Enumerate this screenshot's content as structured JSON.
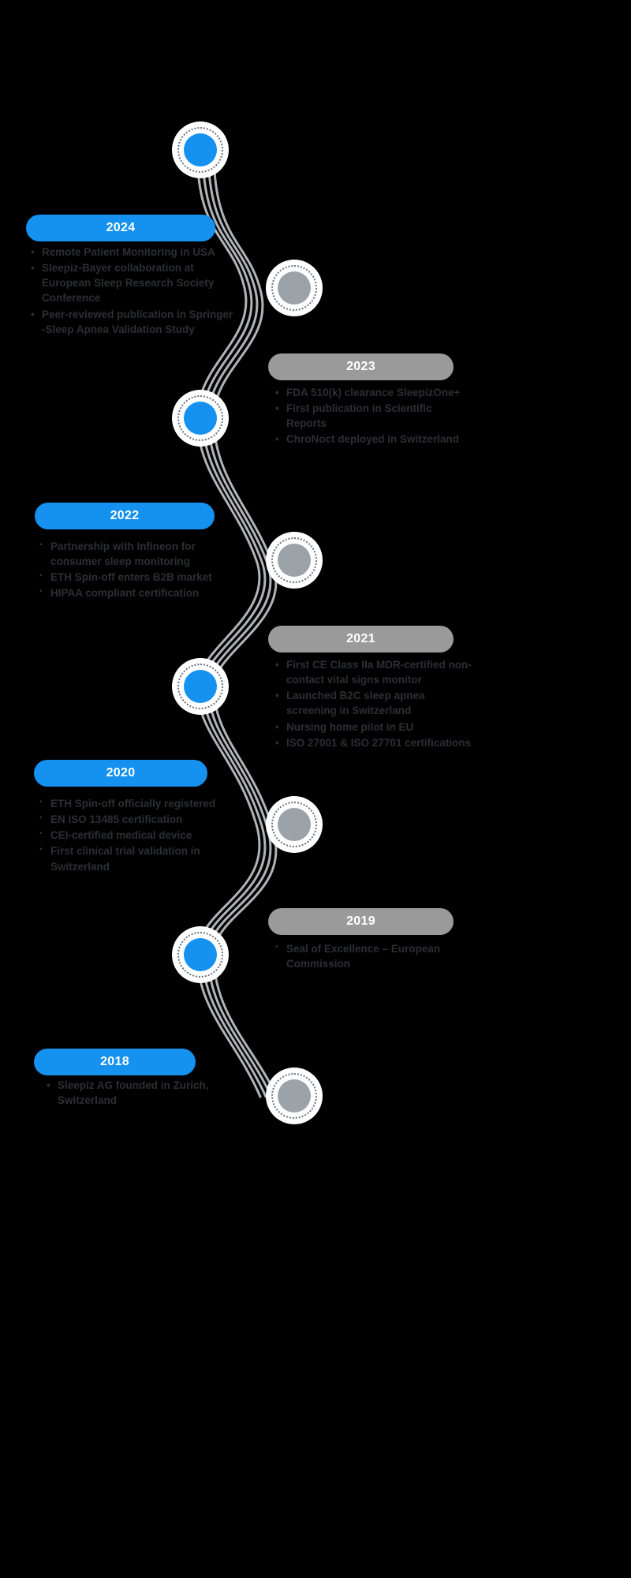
{
  "theme": {
    "background": "#000000",
    "accent_blue": "#1592ef",
    "node_gray": "#9ca3a8",
    "pill_gray": "#9a9a9a",
    "text_color": "#2b2f33",
    "path_color": "#b0b4b8"
  },
  "timeline": {
    "entries": [
      {
        "year": "2024",
        "side": "left",
        "pill_color": "blue",
        "node_color": "blue",
        "bullet": "round",
        "items": [
          "Remote Patient Monitoring in USA",
          "Sleepiz-Bayer collaboration at European Sleep Research Society Conference",
          "Peer-reviewed publication in Springer -Sleep Apnea Validation Study"
        ]
      },
      {
        "year": "2023",
        "side": "right",
        "pill_color": "gray",
        "node_color": "gray",
        "bullet": "round",
        "items": [
          "FDA 510(k) clearance SleepizOne+",
          "First publication in Scientific Reports",
          "ChroNoct deployed in Switzerland"
        ]
      },
      {
        "year": "2022",
        "side": "left",
        "pill_color": "blue",
        "node_color": "blue",
        "bullet": "square",
        "items": [
          "Partnership with Infineon for consumer sleep monitoring",
          "ETH Spin-off enters B2B market",
          "HIPAA compliant certification"
        ]
      },
      {
        "year": "2021",
        "side": "right",
        "pill_color": "gray",
        "node_color": "gray",
        "bullet": "round",
        "items": [
          "First CE Class IIa MDR-certified non-contact vital signs monitor",
          "Launched B2C sleep apnea screening in Switzerland",
          "Nursing home pilot in EU",
          "ISO 27001 & ISO 27701 certifications"
        ]
      },
      {
        "year": "2020",
        "side": "left",
        "pill_color": "blue",
        "node_color": "blue",
        "bullet": "square",
        "items": [
          "ETH Spin-off officially registered",
          "EN ISO 13485 certification",
          "CEI-certified medical device",
          "First clinical trial validation in Switzerland"
        ]
      },
      {
        "year": "2019",
        "side": "right",
        "pill_color": "gray",
        "node_color": "gray",
        "bullet": "square",
        "items": [
          "Seal of Excellence – European Commission"
        ]
      },
      {
        "year": "2018",
        "side": "left",
        "pill_color": "blue",
        "node_color": "blue",
        "bullet": "round",
        "items": [
          "Sleepiz AG founded in Zurich, Switzerland"
        ]
      }
    ]
  },
  "markers": {
    "round": "•",
    "square": "▪"
  }
}
